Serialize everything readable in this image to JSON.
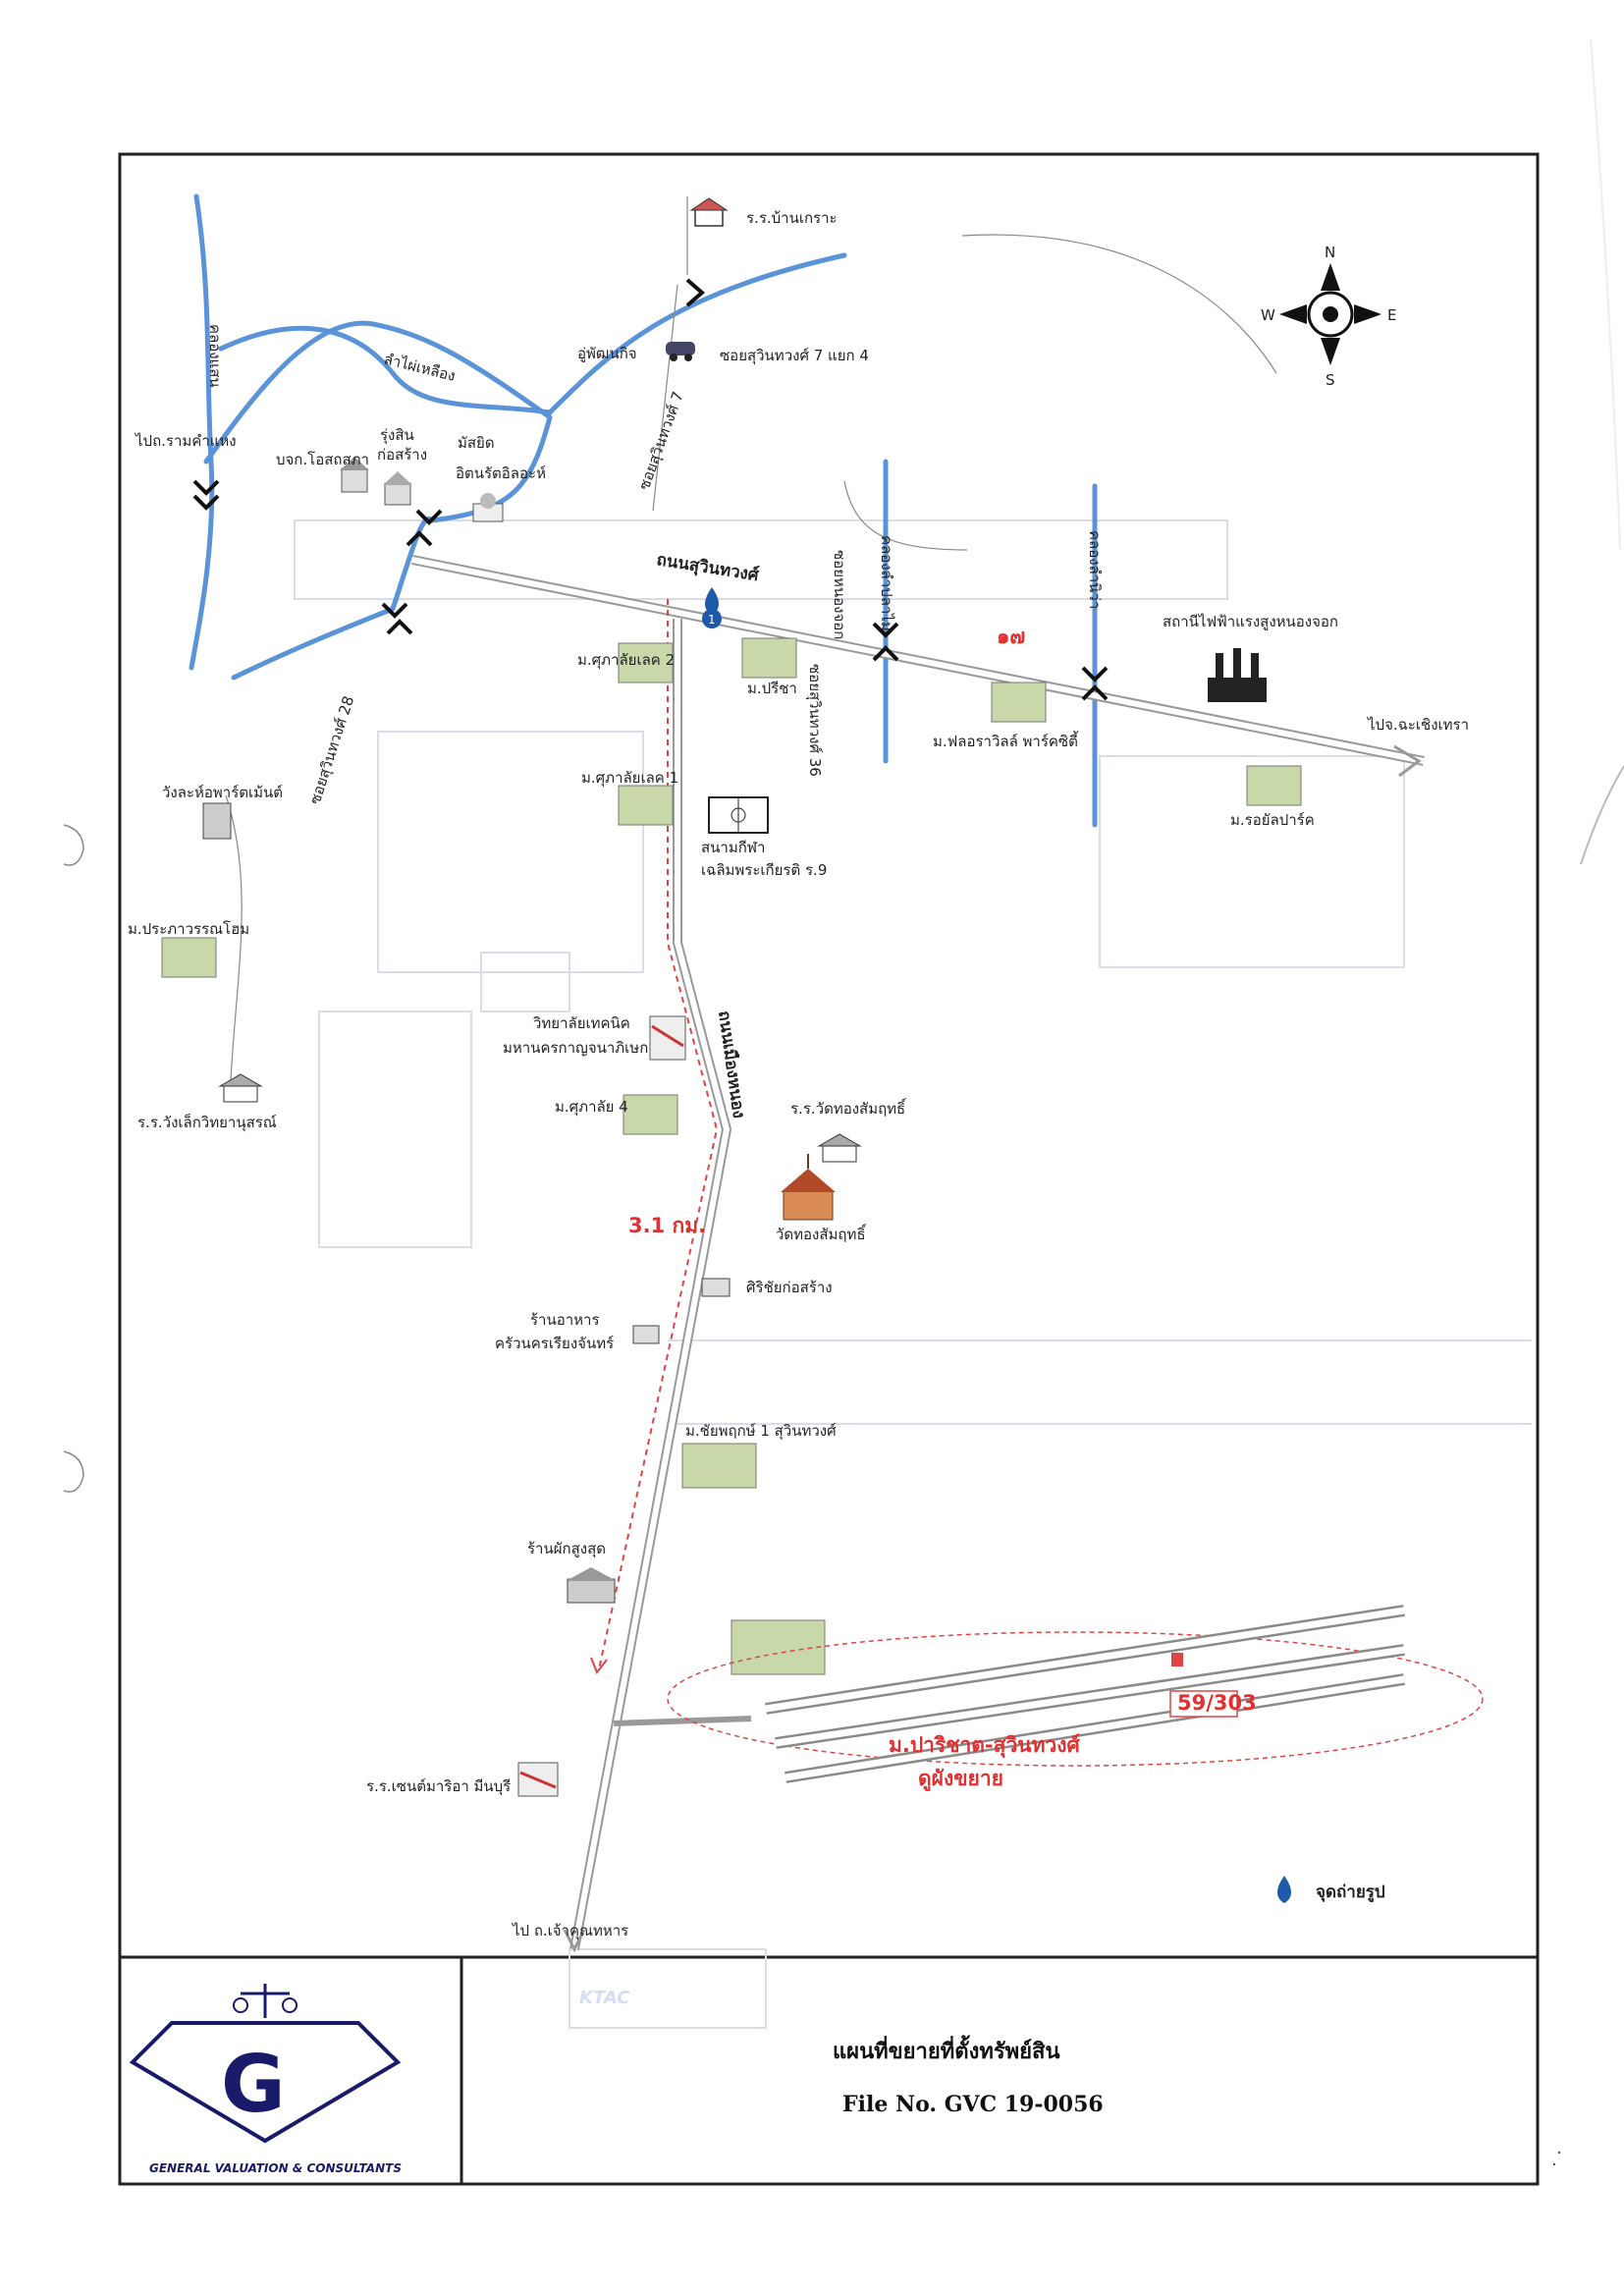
{
  "map": {
    "labels": {
      "school_baankrao": "ร.ร.บ้านเกราะ",
      "soi_sukhumvit7_yaek4": "ซอยสุวินทวงศ์ 7 แยก 4",
      "auto_repair": "อู่พัฒนกิจ",
      "soi_sukhumvit7": "ซอยสุวินทวงศ์ 7",
      "to_ramkhamhaeng": "ไปถ.รามคำแหง",
      "bk_osotsapa": "บจก.โอสถสภา",
      "rungsin_line1": "รุ่งสิน",
      "rungsin_line2": "ก่อสร้าง",
      "mosque_line1": "มัสยิด",
      "mosque_line2": "อิตนรัตอิลอะห์",
      "road_suwinthawong": "ถนนสุวินทวงศ์",
      "soi_nong_chok": "ซอยหนองจอก",
      "mb_sukalai_lake2": "ม.ศุภาลัยเลค 2",
      "mb_preecha": "ม.ปรีชา",
      "soi_suwinthawong36": "ซอยสุวินทวงศ์ 36",
      "mb_floraville": "ม.ฟลอราวิลล์ พาร์คซิตี้",
      "power_station": "สถานีไฟฟ้าแรงสูงหนองจอก",
      "to_chachoengsao": "ไปจ.ฉะเชิงเทรา",
      "soi_suwinthawong28": "ซอยสุวินทวงศ์ 28",
      "mb_sukalai_lake1": "ม.ศุภาลัยเลค 1",
      "mb_royal_park": "ม.รอยัลปาร์ค",
      "condo_lahor": "วังละห์อพาร์ตเม้นต์",
      "stadium_line1": "สนามกีฬา",
      "stadium_line2": "เฉลิมพระเกียรติ ร.9",
      "mb_prapa": "ม.ประภาวรรณโฮม",
      "road_muang_nong": "ถนนเมืองหนอง",
      "tech_college_line1": "วิทยาลัยเทคนิค",
      "tech_college_line2": "มหานครกาญจนาภิเษก",
      "school_wangthong": "ร.ร.วังเล็กวิทยานุสรณ์",
      "mb_sukalai4": "ม.ศุภาลัย 4",
      "school_wat_thongsamrit": "ร.ร.วัดทองสัมฤทธิ์",
      "distance": "3.1 กม.",
      "wat_thongsamrit": "วัดทองสัมฤทธิ์",
      "sirichai": "ศิริชัยก่อสร้าง",
      "restaurant_line1": "ร้านอาหาร",
      "restaurant_line2": "ครัวนครเรียงจันทร์",
      "mb_chaiyaphruek": "ม.ชัยพฤกษ์ 1 สุวินทวงศ์",
      "shop_sungsung": "ร้านผักสูงสุด",
      "target_line1": "ม.ปาริชาต-สุวินทวงศ์",
      "target_line2": "ดูผังขยาย",
      "plot_number": "59/303",
      "school_st_maria": "ร.ร.เซนต์มาริอา มีนบุรี",
      "to_chao_khun": "ไป ถ.เจ้าคุณทหาร",
      "canal_label_top": "คลองแสน",
      "canal_label_mid": "ลำไผ่เหลือง",
      "canal_label_right": "คลองลำนิว่า",
      "canal_label_far": "คลองลำปลาไม่",
      "photo_point": "จุดถ่ายรูป",
      "marker_number": "1",
      "red_mark": "๑๗"
    },
    "compass": {
      "n": "N",
      "s": "S",
      "e": "E",
      "w": "W"
    },
    "colors": {
      "canal": "#5b93d8",
      "route": "#e04545",
      "road": "#9a9a9a",
      "frame": "#222222"
    }
  },
  "footer": {
    "company_name": "GENERAL VALUATION & CONSULTANTS",
    "logo_letter": "G",
    "faint_stamp": "KTAC",
    "title": "แผนที่ขยายที่ตั้งทรัพย์สิน",
    "file_number": "File No. GVC 19-0056"
  }
}
